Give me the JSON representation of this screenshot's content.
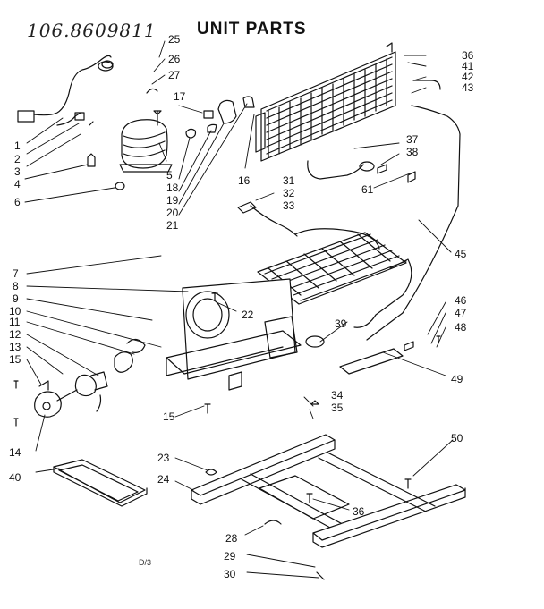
{
  "header": {
    "model_number": "106.8609811",
    "title": "UNIT PARTS"
  },
  "footer": {
    "code": "D/3"
  },
  "callouts": [
    {
      "id": "c1",
      "label": "1"
    },
    {
      "id": "c2",
      "label": "2"
    },
    {
      "id": "c3",
      "label": "3"
    },
    {
      "id": "c4",
      "label": "4"
    },
    {
      "id": "c5",
      "label": "5"
    },
    {
      "id": "c6",
      "label": "6"
    },
    {
      "id": "c7",
      "label": "7"
    },
    {
      "id": "c8",
      "label": "8"
    },
    {
      "id": "c9",
      "label": "9"
    },
    {
      "id": "c10",
      "label": "10"
    },
    {
      "id": "c11",
      "label": "11"
    },
    {
      "id": "c12",
      "label": "12"
    },
    {
      "id": "c13",
      "label": "13"
    },
    {
      "id": "c14",
      "label": "14"
    },
    {
      "id": "c15a",
      "label": "15"
    },
    {
      "id": "c15b",
      "label": "15"
    },
    {
      "id": "c16",
      "label": "16"
    },
    {
      "id": "c17",
      "label": "17"
    },
    {
      "id": "c18",
      "label": "18"
    },
    {
      "id": "c19",
      "label": "19"
    },
    {
      "id": "c20",
      "label": "20"
    },
    {
      "id": "c21",
      "label": "21"
    },
    {
      "id": "c22",
      "label": "22"
    },
    {
      "id": "c23",
      "label": "23"
    },
    {
      "id": "c24",
      "label": "24"
    },
    {
      "id": "c25",
      "label": "25"
    },
    {
      "id": "c26",
      "label": "26"
    },
    {
      "id": "c27",
      "label": "27"
    },
    {
      "id": "c28",
      "label": "28"
    },
    {
      "id": "c29",
      "label": "29"
    },
    {
      "id": "c30",
      "label": "30"
    },
    {
      "id": "c31",
      "label": "31"
    },
    {
      "id": "c32",
      "label": "32"
    },
    {
      "id": "c33",
      "label": "33"
    },
    {
      "id": "c34",
      "label": "34"
    },
    {
      "id": "c35",
      "label": "35"
    },
    {
      "id": "c36a",
      "label": "36"
    },
    {
      "id": "c36b",
      "label": "36"
    },
    {
      "id": "c37",
      "label": "37"
    },
    {
      "id": "c38",
      "label": "38"
    },
    {
      "id": "c39",
      "label": "39"
    },
    {
      "id": "c40",
      "label": "40"
    },
    {
      "id": "c41",
      "label": "41"
    },
    {
      "id": "c42",
      "label": "42"
    },
    {
      "id": "c43",
      "label": "43"
    },
    {
      "id": "c45",
      "label": "45"
    },
    {
      "id": "c46",
      "label": "46"
    },
    {
      "id": "c47",
      "label": "47"
    },
    {
      "id": "c48",
      "label": "48"
    },
    {
      "id": "c49",
      "label": "49"
    },
    {
      "id": "c50",
      "label": "50"
    },
    {
      "id": "c61",
      "label": "61"
    }
  ]
}
